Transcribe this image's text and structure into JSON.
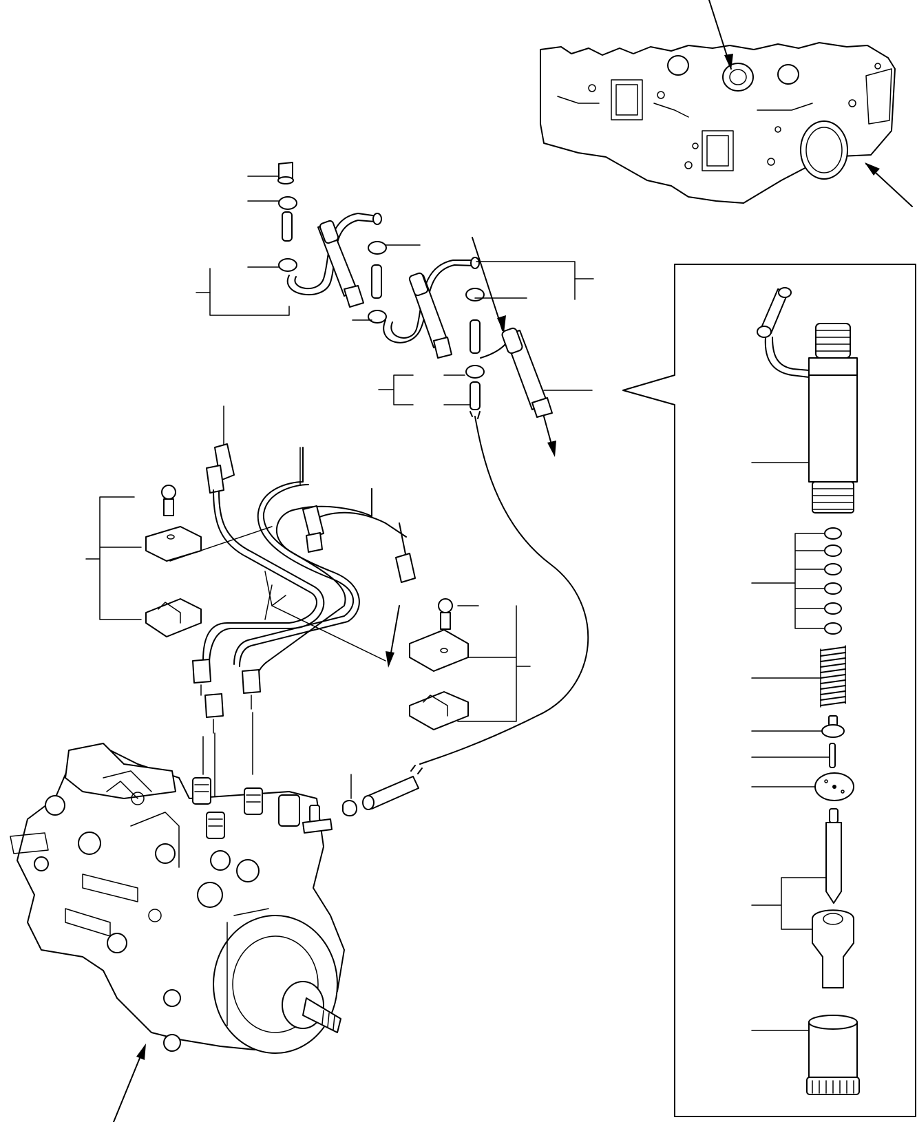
{
  "figure": {
    "description_visible_text": [],
    "accent_color": "#000000",
    "background_color": "#ffffff"
  },
  "parts": [
    {
      "name": "cylinder-head"
    },
    {
      "name": "fuel-injection-pump"
    },
    {
      "name": "injector-nozzle-assembly"
    },
    {
      "name": "fuel-injection-pipes"
    },
    {
      "name": "leak-off-pipes"
    },
    {
      "name": "pipe-clamps"
    },
    {
      "name": "hose-clips"
    },
    {
      "name": "fuel-return-hose"
    },
    {
      "name": "detail-callout-box"
    }
  ]
}
